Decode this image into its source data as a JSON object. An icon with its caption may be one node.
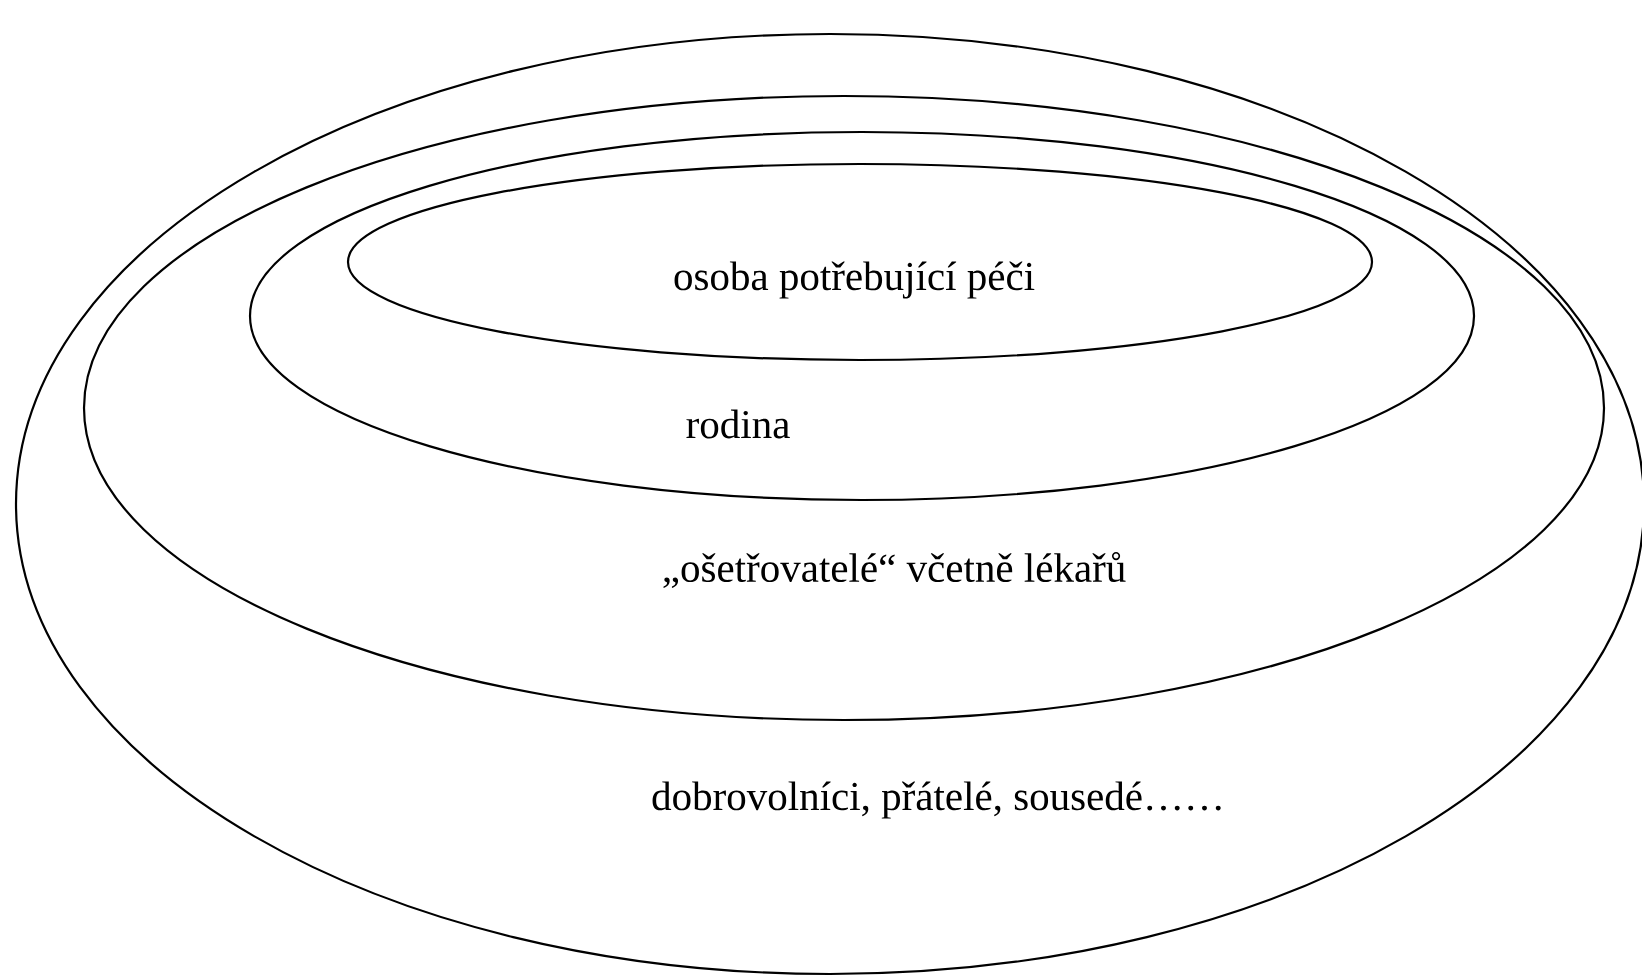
{
  "diagram": {
    "nodes": [
      {
        "text": [
          "dobrovolníci, přátelé, sousedé……"
        ]
      },
      {
        "text": [
          "„ošetřovatelé“ včetně lékařů"
        ],
        "in": 0
      },
      {
        "text": [
          "rodina"
        ],
        "in": 1
      },
      {
        "text": [
          "osoba potřebující péči"
        ],
        "in": 2
      }
    ]
  }
}
